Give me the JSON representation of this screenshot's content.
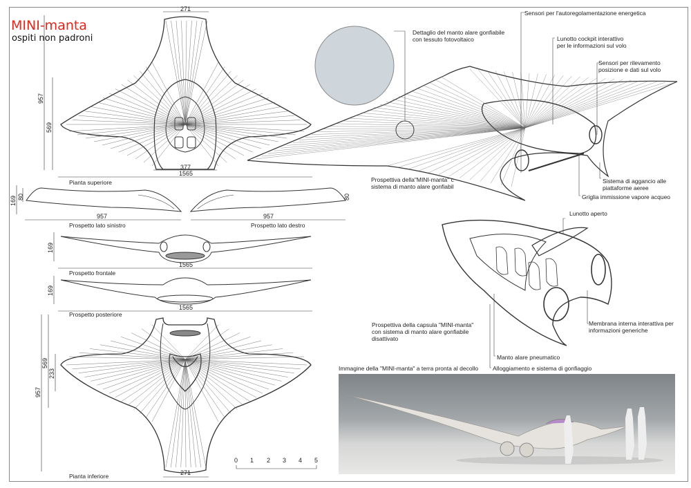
{
  "title": "MINI-manta",
  "subtitle": "ospiti non padroni",
  "views": {
    "top_plan": "Pianta superiore",
    "left_side": "Prospetto lato sinistro",
    "right_side": "Prospetto lato destro",
    "front": "Prospetto frontale",
    "rear": "Prospetto posteriore",
    "bottom_plan": "Pianta inferiore"
  },
  "dimensions": {
    "top_width_tail": "271",
    "top_height_total": "957",
    "top_height_partial": "569",
    "top_capsule_width": "377",
    "top_span": "1565",
    "side_height": "169",
    "side_height_partial": "80",
    "side_left_length": "957",
    "side_right_length": "957",
    "front_height": "169",
    "front_span": "1565",
    "rear_height": "169",
    "rear_span": "1565",
    "bottom_height_total": "957",
    "bottom_height_partial": "569",
    "bottom_height_inner": "233",
    "bottom_width_tail": "271"
  },
  "scale_bar": [
    "0",
    "1",
    "2",
    "3",
    "4",
    "5"
  ],
  "callouts": {
    "fabric_detail": [
      "Dettaglio del manto alare gonfiabile",
      "con tessuto fotovoltaico"
    ],
    "energy_sensors": "Sensori per l'autoregolamentazione energetica",
    "cockpit_window": [
      "Lunotto cockpit interattivo",
      "per le informazioni sul volo"
    ],
    "position_sensors": [
      "Sensori per rilevamento",
      "posizione e dati sul volo"
    ],
    "perspective_caption": [
      "Prospettiva della\"MINI-manta\" c",
      "sistema di manto alare gonfiabil"
    ],
    "docking_system": [
      "Sistema di aggancio alle",
      "piattaforme aeree"
    ],
    "vapor_grille": "Griglia immissione vapore acqueo",
    "open_window": "Lunotto aperto",
    "capsule_caption": [
      "Prospettiva della capsula \"MINI-manta\"",
      "con sistema di manto alare gonfiabile",
      "disattivato"
    ],
    "inner_membrane": [
      "Membrana interna interattiva per",
      "informazioni generiche"
    ],
    "pneumatic_wing": "Manto alare pneumatico",
    "housing_inflation": "Alloggiamento e sistema di gonfiaggio",
    "photo_caption": "Immagine della \"MINI-manta\" a terra pronta al decollo"
  },
  "colors": {
    "title": "#e1261c",
    "line": "#333333"
  }
}
